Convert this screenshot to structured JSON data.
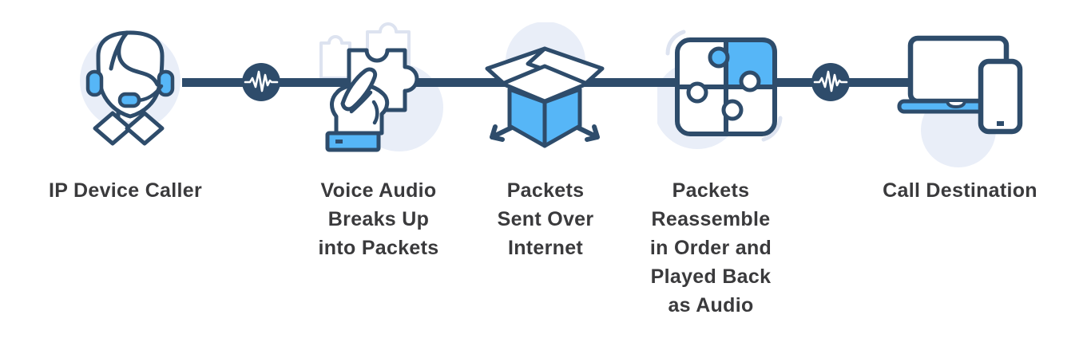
{
  "stages": [
    {
      "name": "ip-device-caller",
      "label": "IP Device Caller",
      "lines": [
        "IP Device Caller"
      ],
      "icon": "headset-agent-icon"
    },
    {
      "name": "voice-audio-breaks-into-packets",
      "label": "Voice Audio Breaks Up into Packets",
      "lines": [
        "Voice Audio",
        "Breaks Up",
        "into Packets"
      ],
      "icon": "hand-holding-puzzle-piece-icon"
    },
    {
      "name": "packets-sent-over-internet",
      "label": "Packets Sent Over Internet",
      "lines": [
        "Packets",
        "Sent Over",
        "Internet"
      ],
      "icon": "open-box-scatter-arrows-icon"
    },
    {
      "name": "packets-reassemble",
      "label": "Packets Reassemble in Order and Played Back as Audio",
      "lines": [
        "Packets",
        "Reassemble",
        "in Order and",
        "Played Back",
        "as Audio"
      ],
      "icon": "assembled-puzzle-icon"
    },
    {
      "name": "call-destination",
      "label": "Call Destination",
      "lines": [
        "Call Destination"
      ],
      "icon": "laptop-and-phone-icon"
    }
  ],
  "connectors": {
    "line_style": "solid",
    "nodes": [
      {
        "icon": "audio-waveform-icon",
        "between": [
          "ip-device-caller",
          "voice-audio-breaks-into-packets"
        ]
      },
      {
        "icon": "audio-waveform-icon",
        "between": [
          "packets-reassemble",
          "call-destination"
        ]
      }
    ]
  },
  "colors": {
    "navy": "#2e4c6b",
    "blue": "#56b6f7",
    "light_circle": "#e9eef8",
    "ghost": "#dde3f0",
    "text": "#3a3a3c",
    "background": "#ffffff"
  }
}
